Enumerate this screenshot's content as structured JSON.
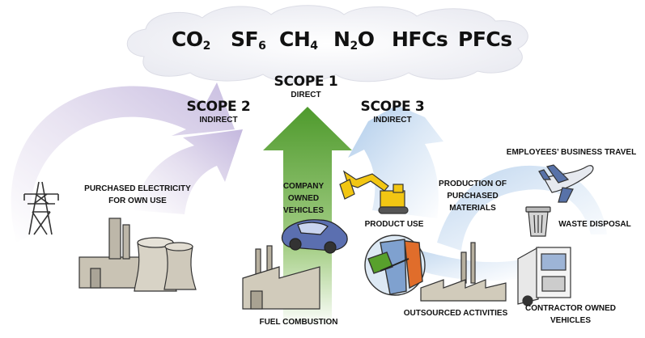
{
  "gases": [
    {
      "base": "CO",
      "sub": "2"
    },
    {
      "base": "SF",
      "sub": "6"
    },
    {
      "base": "CH",
      "sub": "4"
    },
    {
      "base": "N",
      "sub": "2",
      "tail": "O"
    },
    {
      "base": "HFCs",
      "sub": ""
    },
    {
      "base": "PFCs",
      "sub": ""
    }
  ],
  "scopes": {
    "scope1": {
      "title": "SCOPE 1",
      "subtitle": "DIRECT",
      "color": "#5aa02c"
    },
    "scope2": {
      "title": "SCOPE 2",
      "subtitle": "INDIRECT",
      "color": "#c4b8de"
    },
    "scope3": {
      "title": "SCOPE 3",
      "subtitle": "INDIRECT",
      "color": "#b5d0ec"
    }
  },
  "labels": {
    "purchased_electricity": "PURCHASED ELECTRICITY\nFOR OWN USE",
    "company_vehicles": "COMPANY\nOWNED\nVEHICLES",
    "fuel_combustion": "FUEL COMBUSTION",
    "product_use": "PRODUCT USE",
    "production_materials": "PRODUCTION OF\nPURCHASED\nMATERIALS",
    "business_travel": "EMPLOYEES’ BUSINESS TRAVEL",
    "waste_disposal": "WASTE DISPOSAL",
    "outsourced": "OUTSOURCED ACTIVITIES",
    "contractor_vehicles": "CONTRACTOR OWNED\nVEHICLES"
  },
  "icons": [
    "power-tower-icon",
    "power-plant-icon",
    "car-icon",
    "factory-icon",
    "excavator-icon",
    "fuel-pump-icon",
    "airplane-icon",
    "trash-can-icon",
    "factory-icon",
    "truck-icon"
  ]
}
